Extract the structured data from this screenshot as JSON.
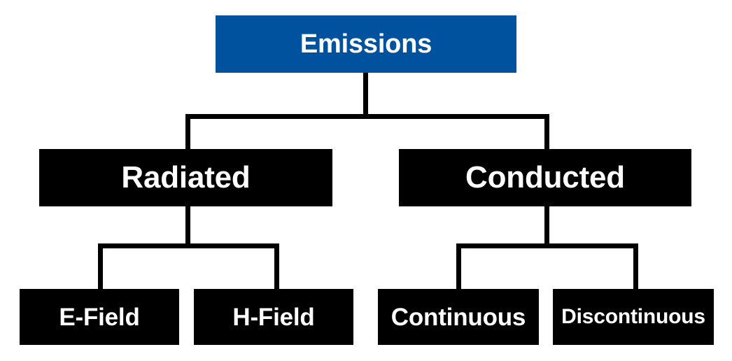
{
  "diagram": {
    "type": "hierarchy-tree",
    "title": "Emissions",
    "background_color": "#FFFFFF",
    "root_color": "#00529F",
    "node_color": "#000000",
    "label_color": "#FFFFFF",
    "connector_color": "#000000",
    "levels": [
      {
        "level": 1,
        "nodes": [
          {
            "id": "emissions",
            "label": "Emissions",
            "fill": "#00529F"
          }
        ]
      },
      {
        "level": 2,
        "nodes": [
          {
            "id": "radiated",
            "label": "Radiated",
            "fill": "#000000"
          },
          {
            "id": "conducted",
            "label": "Conducted",
            "fill": "#000000"
          }
        ]
      },
      {
        "level": 3,
        "nodes": [
          {
            "id": "e-field",
            "label": "E-Field",
            "fill": "#000000",
            "parent": "radiated"
          },
          {
            "id": "h-field",
            "label": "H-Field",
            "fill": "#000000",
            "parent": "radiated"
          },
          {
            "id": "continuous",
            "label": "Continuous",
            "fill": "#000000",
            "parent": "conducted"
          },
          {
            "id": "discontinuous",
            "label": "Discontinuous",
            "fill": "#000000",
            "parent": "conducted"
          }
        ]
      }
    ],
    "edges": [
      {
        "from": "emissions",
        "to": "radiated"
      },
      {
        "from": "emissions",
        "to": "conducted"
      },
      {
        "from": "radiated",
        "to": "e-field"
      },
      {
        "from": "radiated",
        "to": "h-field"
      },
      {
        "from": "conducted",
        "to": "continuous"
      },
      {
        "from": "conducted",
        "to": "discontinuous"
      }
    ]
  },
  "nodes": {
    "emissions": "Emissions",
    "radiated": "Radiated",
    "conducted": "Conducted",
    "e_field": "E-Field",
    "h_field": "H-Field",
    "continuous": "Continuous",
    "discontinuous": "Discontinuous"
  }
}
